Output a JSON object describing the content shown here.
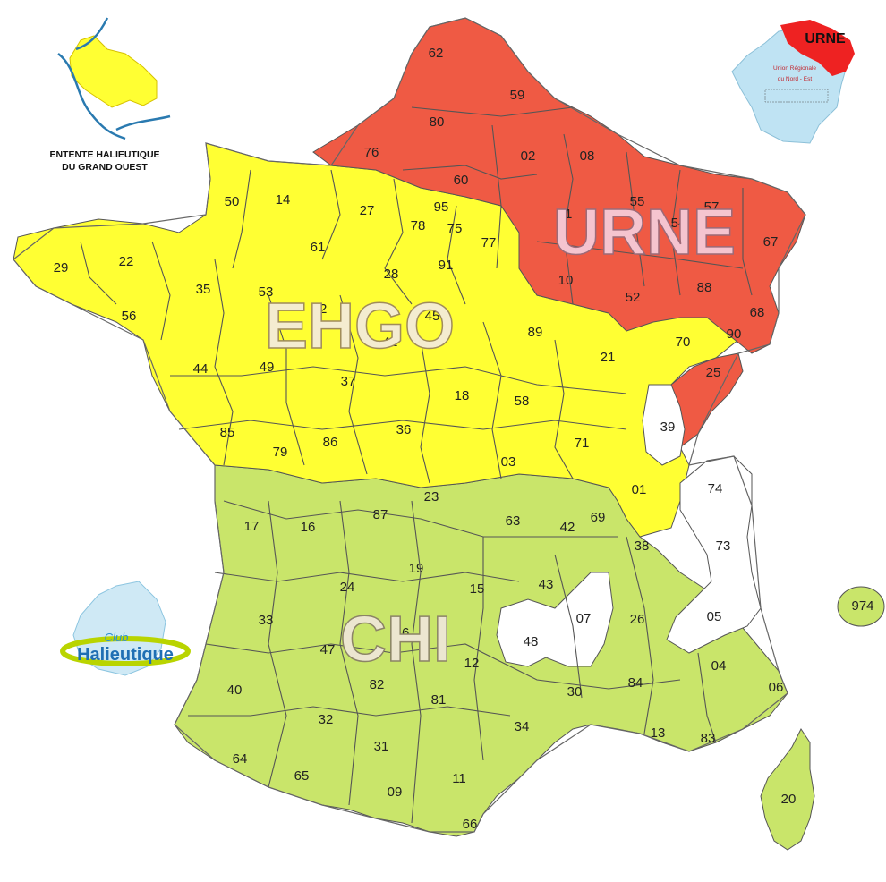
{
  "colors": {
    "urne": "#ef5a44",
    "ehgo": "#ffff33",
    "chi": "#c9e56a",
    "none": "#ffffff",
    "border": "#555555"
  },
  "regions": {
    "urne": "URNE",
    "ehgo": "EHGO",
    "chi": "CHI"
  },
  "logos": {
    "ehgo": {
      "line1": "ENTENTE HALIEUTIQUE",
      "line2": "DU GRAND OUEST"
    },
    "urne": {
      "title": "URNE",
      "sub1": "Union Régionale",
      "sub2": "du Nord - Est"
    },
    "club": {
      "line1": "Club",
      "line2": "Halieutique"
    }
  },
  "departments": {
    "urne": [
      "62",
      "59",
      "80",
      "76",
      "60",
      "02",
      "08",
      "55",
      "57",
      "51",
      "54",
      "67",
      "10",
      "52",
      "88",
      "68",
      "25"
    ],
    "ehgo": [
      "50",
      "14",
      "27",
      "95",
      "78",
      "75",
      "77",
      "61",
      "91",
      "29",
      "22",
      "35",
      "28",
      "53",
      "72",
      "45",
      "89",
      "56",
      "41",
      "21",
      "70",
      "90",
      "44",
      "49",
      "37",
      "18",
      "58",
      "85",
      "79",
      "86",
      "36",
      "71",
      "03",
      "01"
    ],
    "chi": [
      "17",
      "16",
      "87",
      "23",
      "63",
      "42",
      "69",
      "38",
      "19",
      "24",
      "15",
      "43",
      "33",
      "07",
      "26",
      "47",
      "46",
      "12",
      "82",
      "40",
      "81",
      "30",
      "84",
      "04",
      "06",
      "32",
      "34",
      "13",
      "83",
      "31",
      "64",
      "65",
      "09",
      "11",
      "66",
      "20",
      "974"
    ],
    "none": [
      "39",
      "74",
      "73",
      "05",
      "48"
    ]
  }
}
